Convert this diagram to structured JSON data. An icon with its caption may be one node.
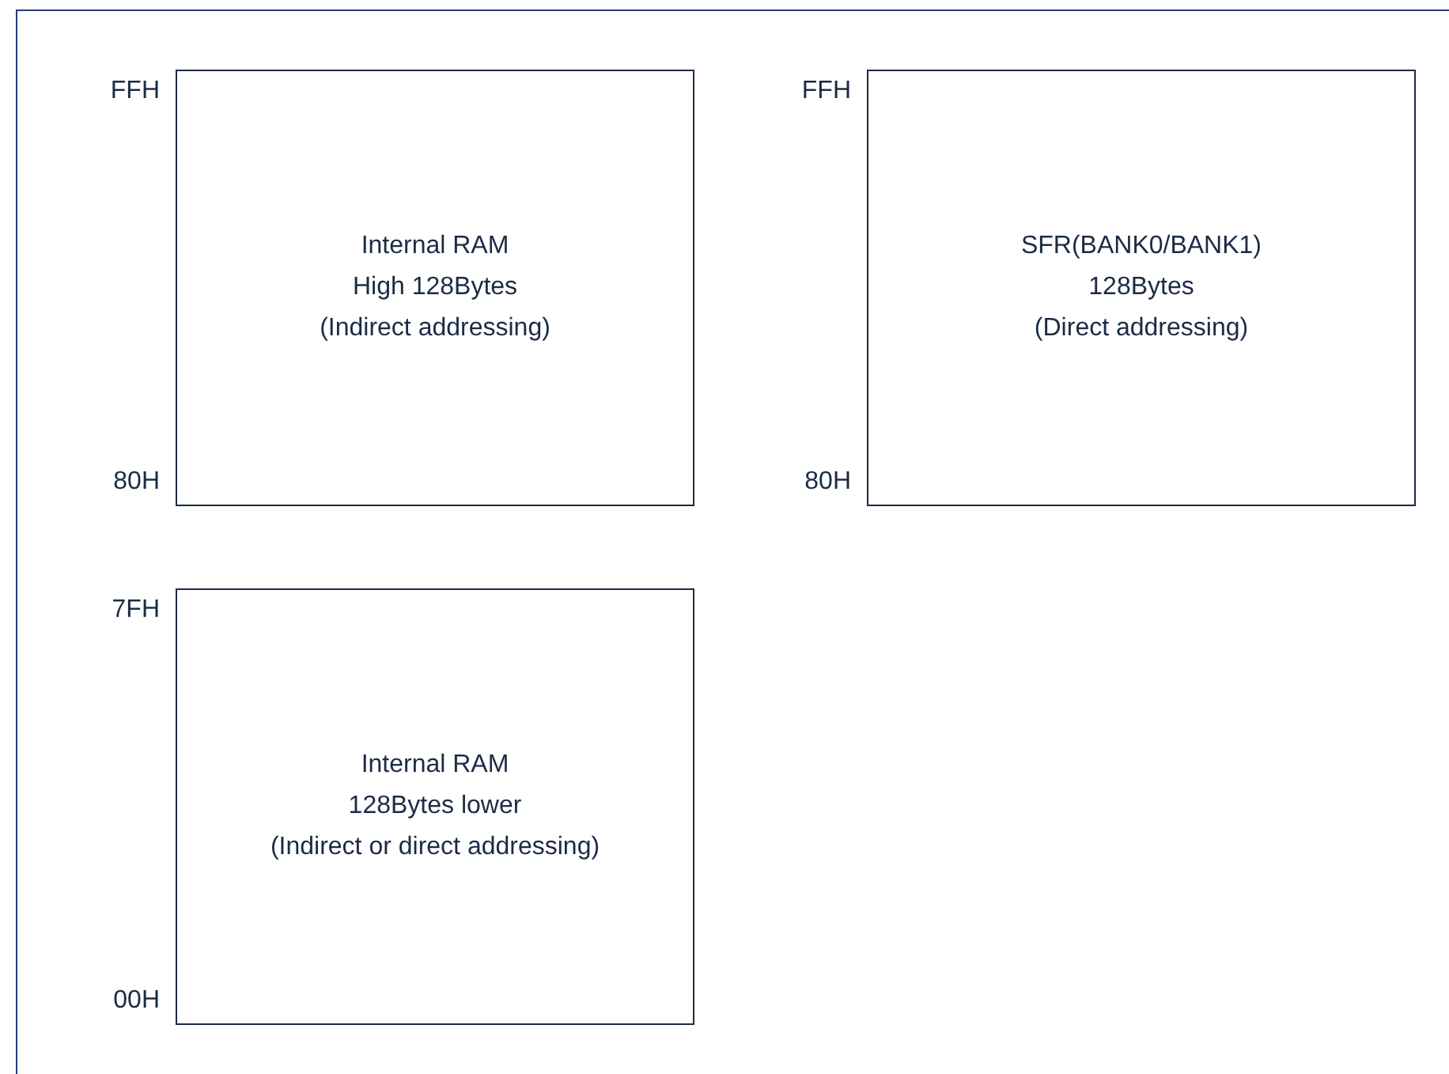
{
  "diagram": {
    "nodes": [
      {
        "text": [
          "Internal RAM",
          "High 128Bytes",
          "(Indirect addressing)"
        ],
        "beside": [
          "FFH",
          "80H"
        ]
      },
      {
        "text": [
          "SFR(BANK0/BANK1)",
          "128Bytes",
          "(Direct addressing)"
        ],
        "beside": [
          "FFH",
          "80H"
        ]
      },
      {
        "text": [
          "Internal RAM",
          "128Bytes lower",
          "(Indirect or direct addressing)"
        ],
        "beside": [
          "7FH",
          "00H"
        ]
      }
    ]
  }
}
